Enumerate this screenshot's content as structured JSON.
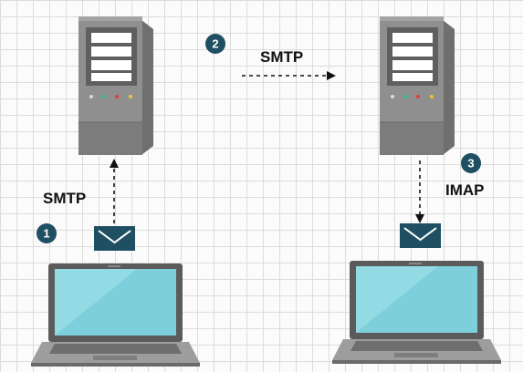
{
  "protocols": {
    "smtp_upload": "SMTP",
    "smtp_relay": "SMTP",
    "imap_download": "IMAP"
  },
  "steps": {
    "step1": "1",
    "step2": "2",
    "step3": "3"
  },
  "colors": {
    "step_badge": "#1f4f62",
    "server_body": "#8f8f8f",
    "envelope": "#1f4f62",
    "laptop_screen": "#7ecfdc"
  },
  "icons": [
    "server-icon",
    "laptop-icon",
    "envelope-icon"
  ]
}
